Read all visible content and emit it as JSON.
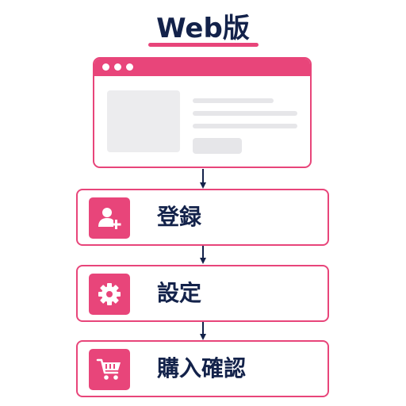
{
  "title": "Web版",
  "colors": {
    "accent": "#e8457a",
    "text": "#13224a",
    "placeholder": "#e6e6e9"
  },
  "steps": [
    {
      "label": "登録",
      "icon": "add-user-icon"
    },
    {
      "label": "設定",
      "icon": "gear-icon"
    },
    {
      "label": "購入確認",
      "icon": "shopping-cart-icon"
    }
  ]
}
